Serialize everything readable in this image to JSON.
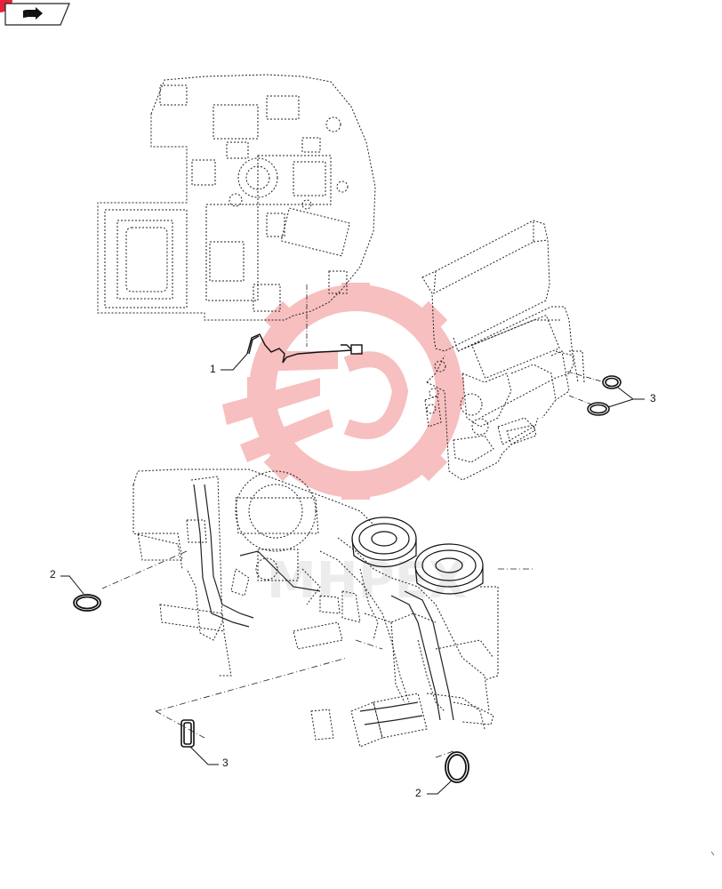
{
  "colors": {
    "line": "#222222",
    "watermark": "#f28b8b",
    "badge": "#e8213a"
  },
  "icons": {
    "nav": "next-page-arrow-icon",
    "badge": "corner-badge-icon"
  },
  "watermark_text": "MHPEX",
  "callouts": [
    {
      "id": "c1",
      "label": "1"
    },
    {
      "id": "c2a",
      "label": "2"
    },
    {
      "id": "c2b",
      "label": "2"
    },
    {
      "id": "c3a",
      "label": "3"
    },
    {
      "id": "c3b",
      "label": "3"
    }
  ]
}
